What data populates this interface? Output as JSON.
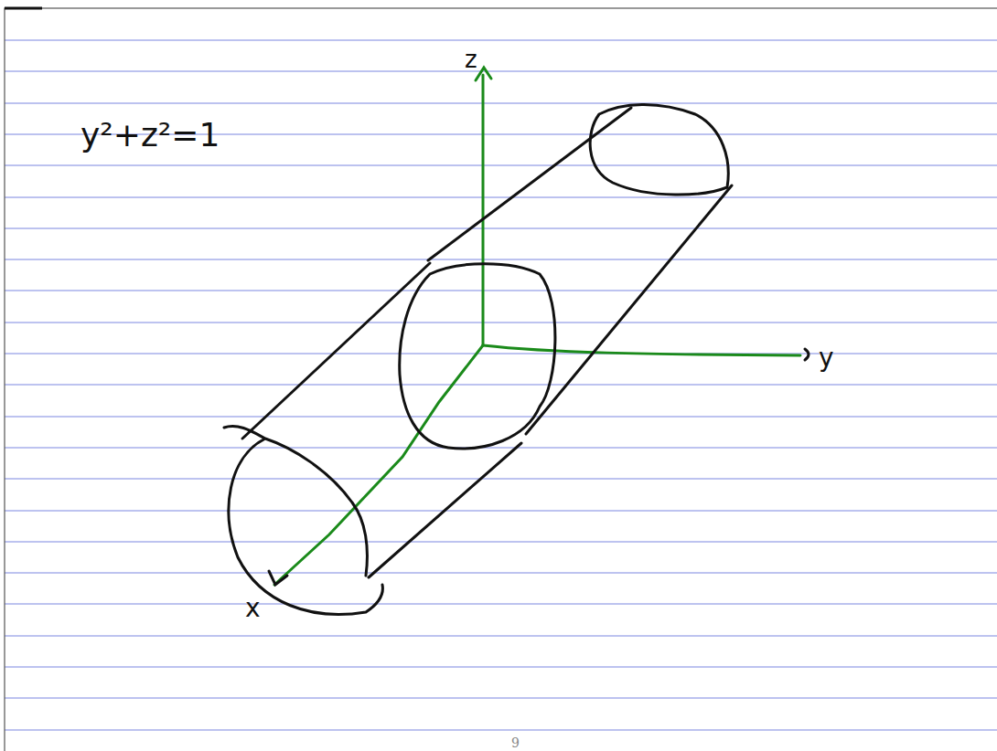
{
  "diagram": {
    "labels": [
      "y²+z²=1",
      "z",
      "y",
      "x",
      "9"
    ]
  }
}
